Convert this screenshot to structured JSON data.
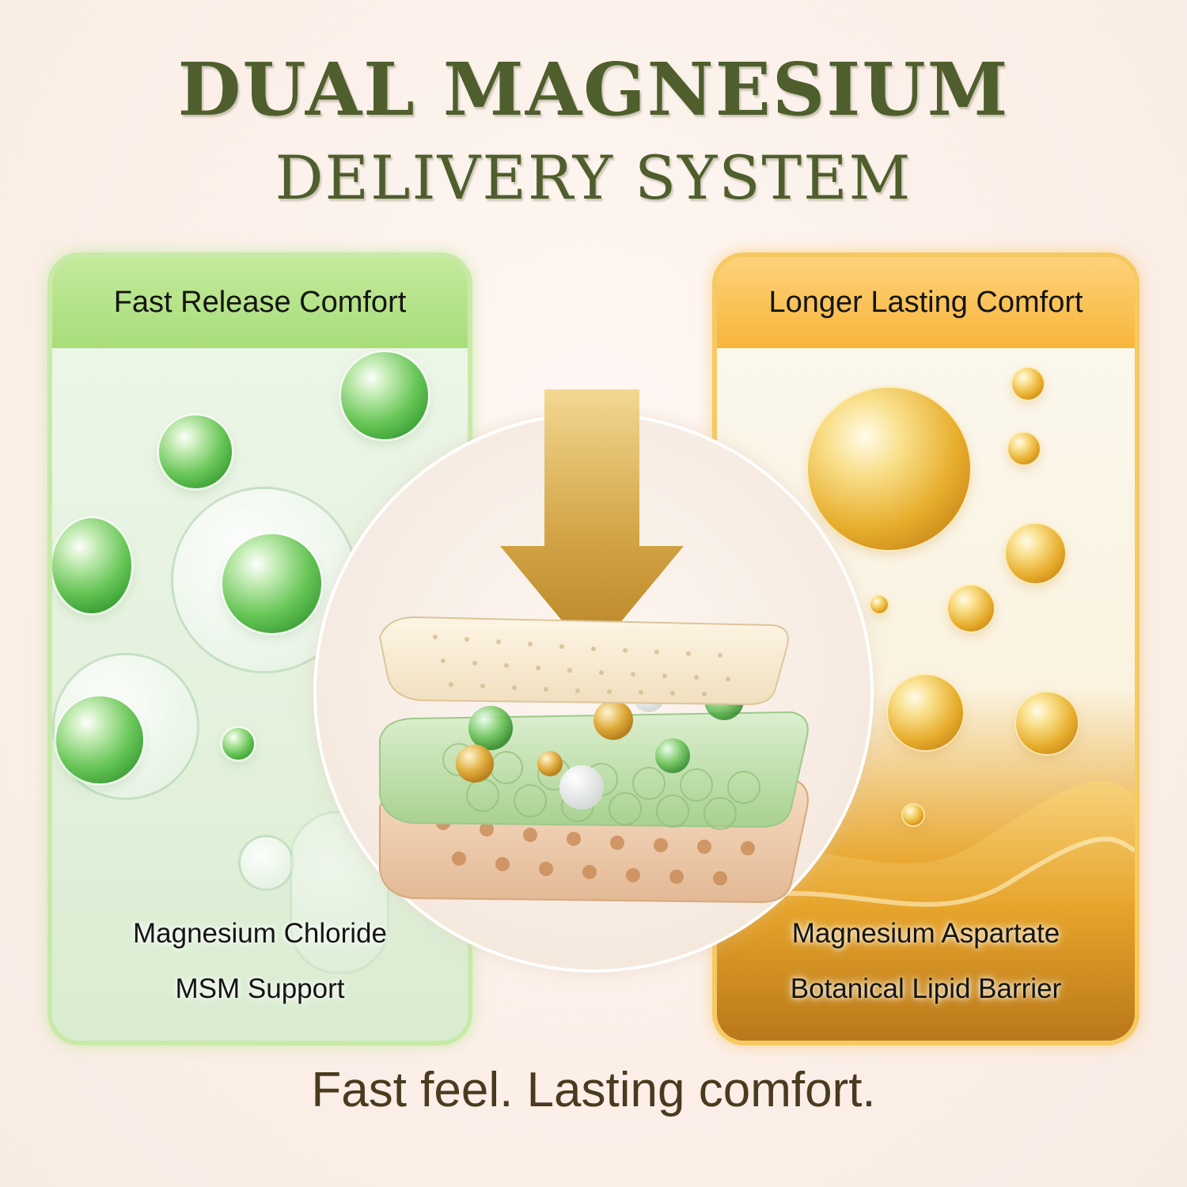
{
  "title": {
    "line1": "DUAL MAGNESIUM",
    "line2": "DELIVERY SYSTEM"
  },
  "left_panel": {
    "heading": "Fast Release Comfort",
    "ingredient_1": "Magnesium Chloride",
    "ingredient_2": "MSM Support",
    "accent_color": "#a8dd7a"
  },
  "right_panel": {
    "heading": "Longer Lasting Comfort",
    "ingredient_1": "Magnesium Aspartate",
    "ingredient_2": "Botanical Lipid Barrier",
    "accent_color": "#f8b53a"
  },
  "center": {
    "arrow_icon": "down-arrow-icon",
    "arrow_color": "#c99a30",
    "layers": [
      "top-patch-layer",
      "gel-layer",
      "base-layer"
    ]
  },
  "tagline": "Fast feel. Lasting comfort.",
  "colors": {
    "title": "#4e5e2c",
    "tagline": "#4a3a1e",
    "background": "#fcf3ee"
  }
}
